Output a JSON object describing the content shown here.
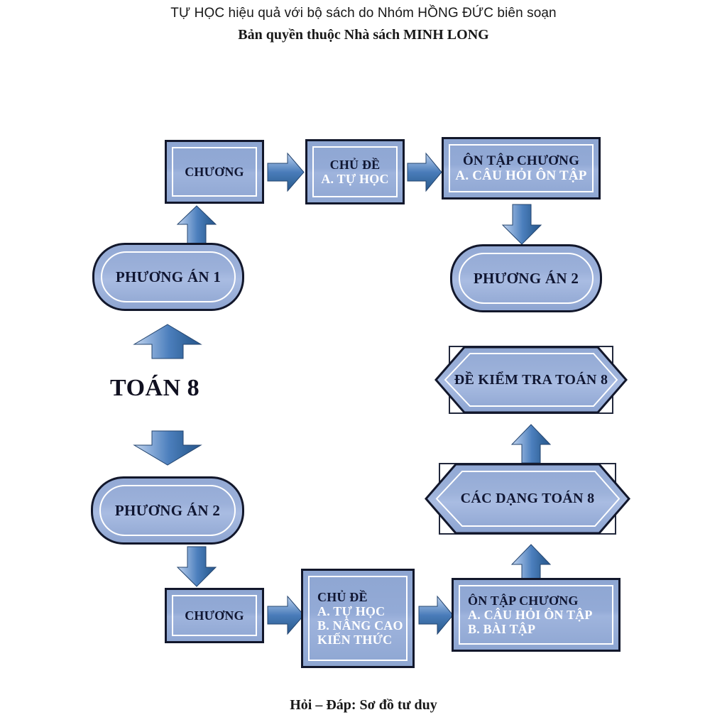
{
  "header": {
    "line1": "TỰ HỌC hiệu quả với bộ sách do Nhóm HỒNG ĐỨC biên soạn",
    "line2": "Bản quyền thuộc Nhà sách MINH LONG"
  },
  "footer": {
    "caption": "Hỏi – Đáp: Sơ đồ tư duy"
  },
  "center": {
    "label": "TOÁN 8"
  },
  "colors": {
    "box_fill": "#93aad6",
    "box_border": "#12172b",
    "inner_border": "#ffffff",
    "arrow_light": "#b8cce9",
    "arrow_mid": "#6f9bd1",
    "arrow_dark": "#2f5f9e",
    "text_dark": "#101632",
    "text_white": "#ffffff",
    "page_background": "#ffffff"
  },
  "nodes": {
    "top_chuong": {
      "lines": [
        {
          "text": "CHƯƠNG",
          "color": "dark"
        }
      ]
    },
    "top_chude": {
      "lines": [
        {
          "text": "CHỦ ĐỀ",
          "color": "dark"
        },
        {
          "text": "A. TỰ HỌC",
          "color": "white"
        }
      ]
    },
    "top_ontap": {
      "lines": [
        {
          "text": "ÔN TẬP CHƯƠNG",
          "color": "dark"
        },
        {
          "text": "A. CÂU HỎI ÔN TẬP",
          "color": "white"
        }
      ]
    },
    "phuong_an_1": {
      "label": "PHƯƠNG ÁN 1"
    },
    "phuong_an_2_right": {
      "label": "PHƯƠNG ÁN 2"
    },
    "phuong_an_2_left": {
      "label": "PHƯƠNG ÁN 2"
    },
    "de_kiem_tra": {
      "label": "ĐỀ KIỂM TRA TOÁN 8"
    },
    "cac_dang": {
      "label": "CÁC DẠNG TOÁN 8"
    },
    "bottom_chuong": {
      "lines": [
        {
          "text": "CHƯƠNG",
          "color": "dark"
        }
      ]
    },
    "bottom_chude": {
      "lines": [
        {
          "text": "CHỦ ĐỀ",
          "color": "dark"
        },
        {
          "text": "A. TỰ HỌC",
          "color": "white"
        },
        {
          "text": "B. NÂNG CAO",
          "color": "white"
        },
        {
          "text": "KIẾN THỨC",
          "color": "white"
        }
      ]
    },
    "bottom_ontap": {
      "lines": [
        {
          "text": "ÔN TẬP CHƯƠNG",
          "color": "dark"
        },
        {
          "text": "A. CÂU HỎI ÔN TẬP",
          "color": "white"
        },
        {
          "text": "B. BÀI TẬP",
          "color": "white"
        }
      ]
    }
  },
  "arrows": [
    {
      "name": "arrow-top-chuong-to-chude",
      "direction": "right"
    },
    {
      "name": "arrow-top-chude-to-ontap",
      "direction": "right"
    },
    {
      "name": "arrow-phuongan1-to-chuong",
      "direction": "up"
    },
    {
      "name": "arrow-ontap-to-phuongan2",
      "direction": "down"
    },
    {
      "name": "arrow-toan8-to-phuongan1",
      "direction": "up"
    },
    {
      "name": "arrow-toan8-to-phuongan2",
      "direction": "down"
    },
    {
      "name": "arrow-phuongan2-to-chuong-bottom",
      "direction": "down"
    },
    {
      "name": "arrow-bottom-chuong-to-chude",
      "direction": "right"
    },
    {
      "name": "arrow-bottom-chude-to-ontap",
      "direction": "right"
    },
    {
      "name": "arrow-bottom-ontap-to-cacdang",
      "direction": "up"
    },
    {
      "name": "arrow-cacdang-to-dekiemtra",
      "direction": "up"
    }
  ]
}
